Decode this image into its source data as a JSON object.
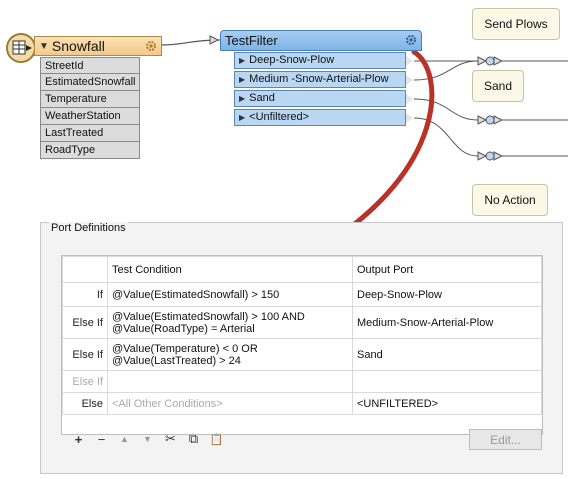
{
  "reader": {
    "title": "Snowfall",
    "attributes": [
      "StreetId",
      "EstimatedSnowfall",
      "Temperature",
      "WeatherStation",
      "LastTreated",
      "RoadType"
    ]
  },
  "testfilter": {
    "title": "TestFilter",
    "ports": [
      "Deep-Snow-Plow",
      "Medium -Snow-Arterial-Plow",
      "Sand",
      "<Unfiltered>"
    ]
  },
  "callouts": {
    "send_plows": "Send Plows",
    "sand": "Sand",
    "no_action": "No Action"
  },
  "panel": {
    "title": "Port Definitions",
    "headers": {
      "condition": "Test Condition",
      "port": "Output Port"
    },
    "rows": [
      {
        "label": "If",
        "condition": "@Value(EstimatedSnowfall) > 150",
        "condition2": "",
        "port": "Deep-Snow-Plow"
      },
      {
        "label": "Else If",
        "condition": "@Value(EstimatedSnowfall) > 100 AND",
        "condition2": "@Value(RoadType) = Arterial",
        "port": "Medium-Snow-Arterial-Plow"
      },
      {
        "label": "Else If",
        "condition": "@Value(Temperature) < 0 OR",
        "condition2": "@Value(LastTreated) > 24",
        "port": "Sand"
      },
      {
        "label": "Else If",
        "condition": "",
        "condition2": "",
        "port": ""
      },
      {
        "label": "Else",
        "condition": "<All Other Conditions>",
        "condition2": "",
        "port": "<UNFILTERED>"
      }
    ],
    "toolbar": {
      "add": "+",
      "remove": "−",
      "up": "▲",
      "down": "▼",
      "cut": "✂",
      "copy": "⧉",
      "paste": "📋"
    },
    "edit_label": "Edit..."
  },
  "colors": {
    "reader": "#f3c98a",
    "filter": "#8fbfec",
    "arrow": "#c0392b"
  }
}
